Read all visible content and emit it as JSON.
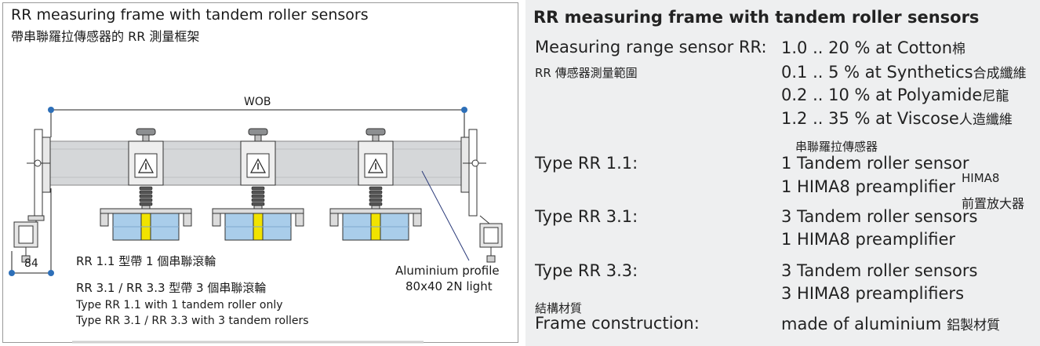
{
  "left": {
    "title_en": "RR measuring frame with tandem roller sensors",
    "title_zh": "帶串聯羅拉傳感器的 RR 測量框架",
    "wob_label": "WOB",
    "dim_84": "84",
    "profile_line1": "Aluminium profile",
    "profile_line2": "80x40 2N light",
    "caption_zh_1": "RR 1.1 型帶 1 個串聯滾輪",
    "caption_zh_2": "RR 3.1 / RR 3.3 型帶 3 個串聯滾輪",
    "caption_en_1": "Type RR 1.1  with 1 tandem roller only",
    "caption_en_2": "Type RR 3.1 / RR 3.3  with 3 tandem rollers"
  },
  "right": {
    "title": "RR measuring frame with tandem roller sensors",
    "range_label": "Measuring range sensor RR:",
    "range_label_zh": "RR 傳感器測量範圍",
    "ranges": [
      {
        "value": "1.0 .. 20 % at Cotton",
        "zh": "棉"
      },
      {
        "value": "0.1 .. 5 % at Synthetics",
        "zh": "合成纖維"
      },
      {
        "value": "0.2 .. 10 % at Polyamide",
        "zh": "尼龍"
      },
      {
        "value": "1.2 .. 35 % at Viscose",
        "zh": "人造纖維"
      }
    ],
    "sensor_zh": "串聯羅拉傳感器",
    "type_rr11": "Type RR 1.1:",
    "rr11_line1": "1 Tandem roller sensor",
    "rr11_line2": "1 HIMA8 preamplifier",
    "hima8_note": "HIMA8",
    "preamp_zh": "前置放大器",
    "type_rr31": "Type RR 3.1:",
    "rr31_line1": "3 Tandem roller sensors",
    "rr31_line2": "1 HIMA8 preamplifier",
    "type_rr33": "Type RR 3.3:",
    "rr33_line1": "3 Tandem roller sensors",
    "rr33_line2": "3 HIMA8 preamplifiers",
    "construction_zh": "結構材質",
    "construction_label": "Frame construction:",
    "construction_value": "made of aluminium",
    "construction_value_zh": "鋁製材質"
  }
}
